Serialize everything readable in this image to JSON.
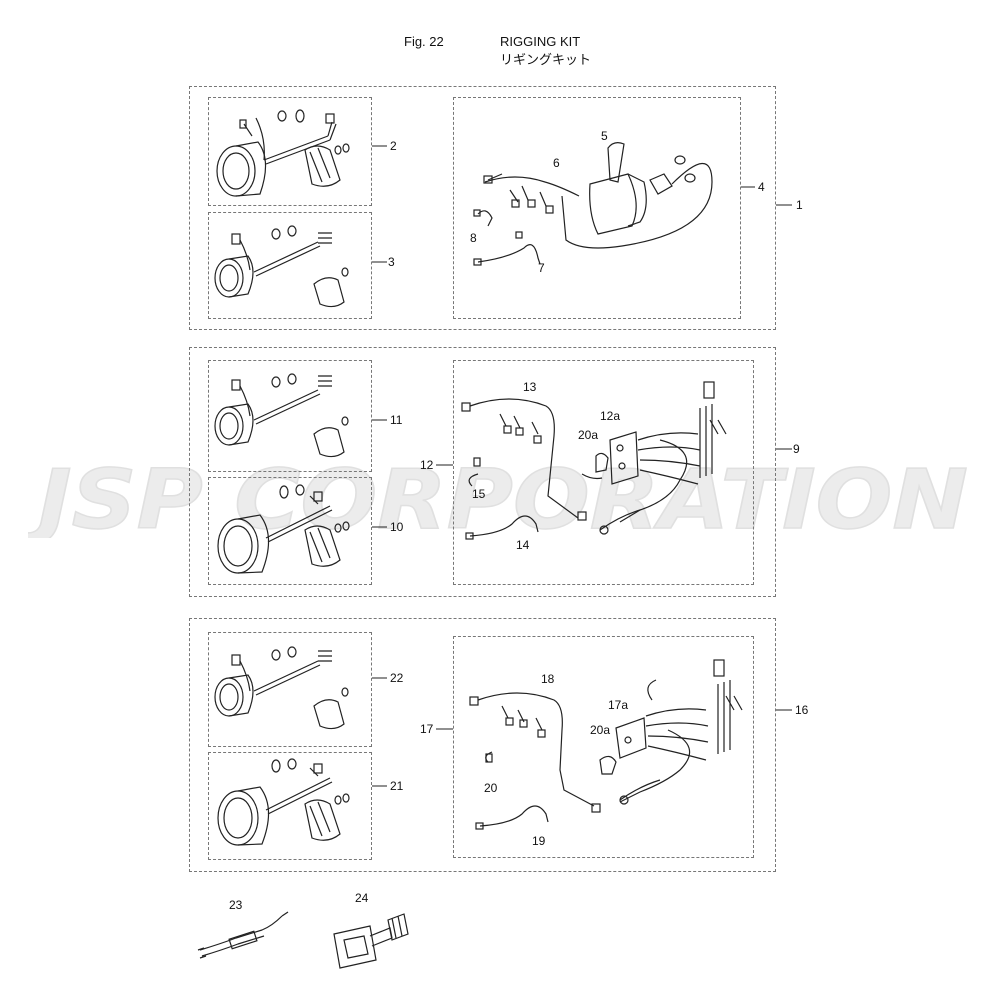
{
  "header": {
    "fig": "Fig. 22",
    "title_en": "RIGGING KIT",
    "title_jp": "リギングキット"
  },
  "watermark": "JSP CORPORATION",
  "labels": {
    "l1": "1",
    "l2": "2",
    "l3": "3",
    "l4": "4",
    "l5": "5",
    "l6": "6",
    "l7": "7",
    "l8": "8",
    "l9": "9",
    "l10": "10",
    "l11": "11",
    "l12": "12",
    "l12a": "12a",
    "l13": "13",
    "l14": "14",
    "l15": "15",
    "l16": "16",
    "l17": "17",
    "l17a": "17a",
    "l18": "18",
    "l19": "19",
    "l20": "20",
    "l20a_top": "20a",
    "l20a_bottom": "20a",
    "l21": "21",
    "l22": "22",
    "l23": "23",
    "l24": "24"
  }
}
